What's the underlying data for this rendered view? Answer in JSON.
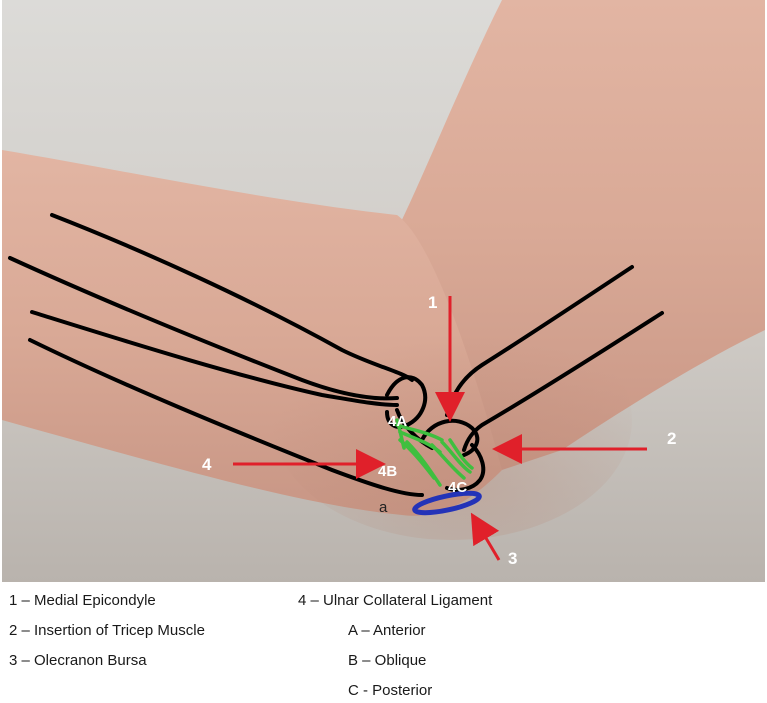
{
  "figure": {
    "annotations": {
      "label_1": "1",
      "label_2": "2",
      "label_3": "3",
      "label_4": "4",
      "label_4a": "4A",
      "label_4b": "4B",
      "label_4c": "4C",
      "label_a": "a"
    },
    "colors": {
      "arrow": "#e0202a",
      "ligament": "#3fbf3f",
      "bursa": "#2433b8",
      "outline": "#000000",
      "label_white": "#ffffff"
    }
  },
  "legend": {
    "item_1": "1 – Medial Epicondyle",
    "item_2": "2 – Insertion of Tricep Muscle",
    "item_3": "3 – Olecranon Bursa",
    "item_4": "4 – Ulnar Collateral Ligament",
    "item_4a": "A – Anterior",
    "item_4b": "B – Oblique",
    "item_4c": "C - Posterior"
  }
}
